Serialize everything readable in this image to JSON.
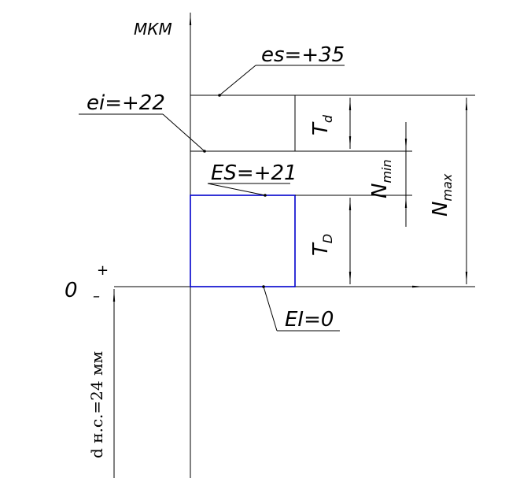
{
  "axis": {
    "unit_label": "МКМ",
    "zero_label": "0",
    "plus_sign": "+",
    "minus_sign": "–"
  },
  "shaft": {
    "es_label": "es=+35",
    "ei_label": "ei=+22",
    "es_value": 35,
    "ei_value": 22
  },
  "hole": {
    "ES_label": "ES=+21",
    "EI_label": "EI=0",
    "ES_value": 21,
    "EI_value": 0,
    "outline_color": "#0000cc"
  },
  "dims": {
    "Td": {
      "base": "T",
      "sub": "d"
    },
    "TD": {
      "base": "T",
      "sub": "D"
    },
    "Nmin": {
      "base": "N",
      "sub": "min"
    },
    "Nmax": {
      "base": "N",
      "sub": "max"
    }
  },
  "nominal_diameter": "d н.с.=24 мм"
}
